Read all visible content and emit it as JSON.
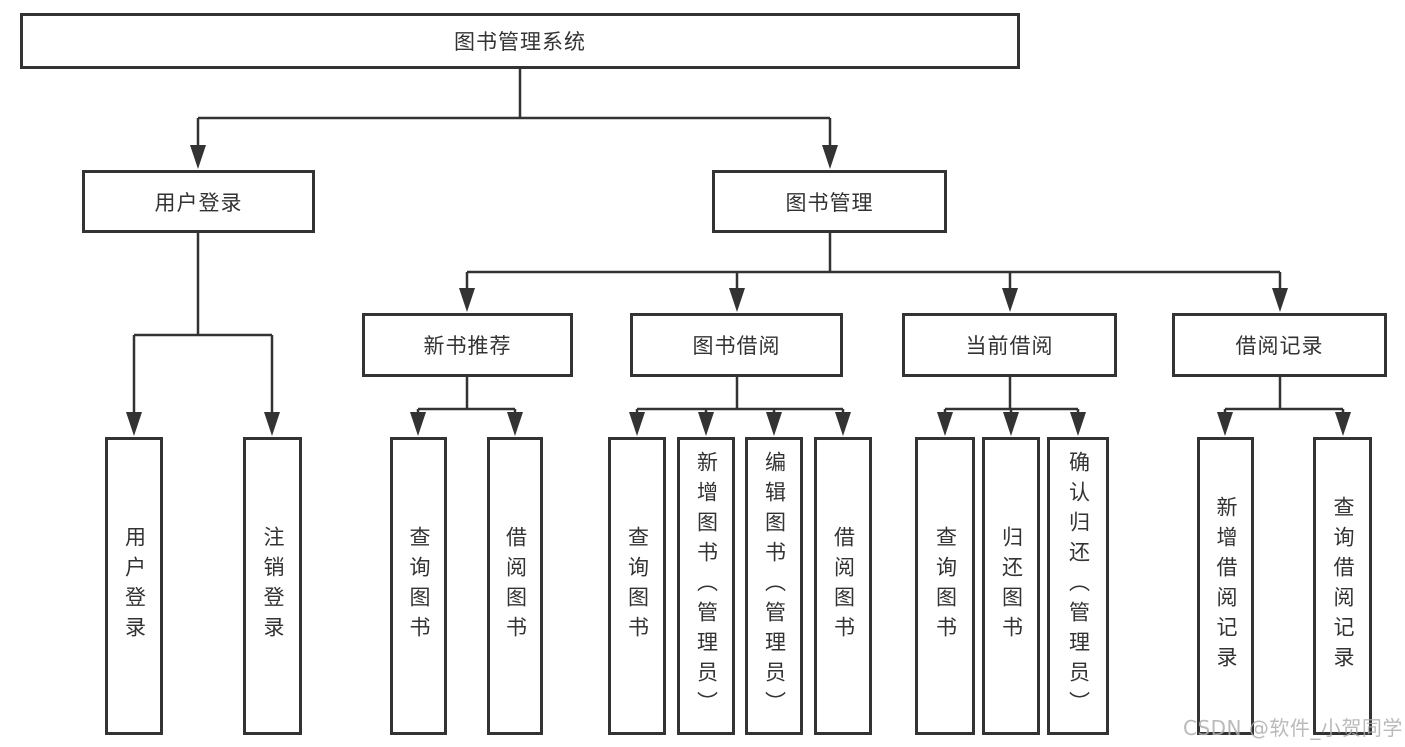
{
  "diagram": {
    "root_label": "图书管理系统",
    "user_branch": {
      "label": "用户登录",
      "children": [
        "用户登录",
        "注销登录"
      ]
    },
    "book_branch": {
      "label": "图书管理",
      "groups": [
        {
          "label": "新书推荐",
          "children": [
            "查询图书",
            "借阅图书"
          ]
        },
        {
          "label": "图书借阅",
          "children": [
            "查询图书",
            "新增图书（管理员）",
            "编辑图书（管理员）",
            "借阅图书"
          ]
        },
        {
          "label": "当前借阅",
          "children": [
            "查询图书",
            "归还图书",
            "确认归还（管理员）"
          ]
        },
        {
          "label": "借阅记录",
          "children": [
            "新增借阅记录",
            "查询借阅记录"
          ]
        }
      ]
    }
  },
  "watermark": "CSDN @软件_小贺同学",
  "colors": {
    "line": "#333333",
    "text": "#333333",
    "background": "#ffffff",
    "watermark": "#aeaeae"
  }
}
